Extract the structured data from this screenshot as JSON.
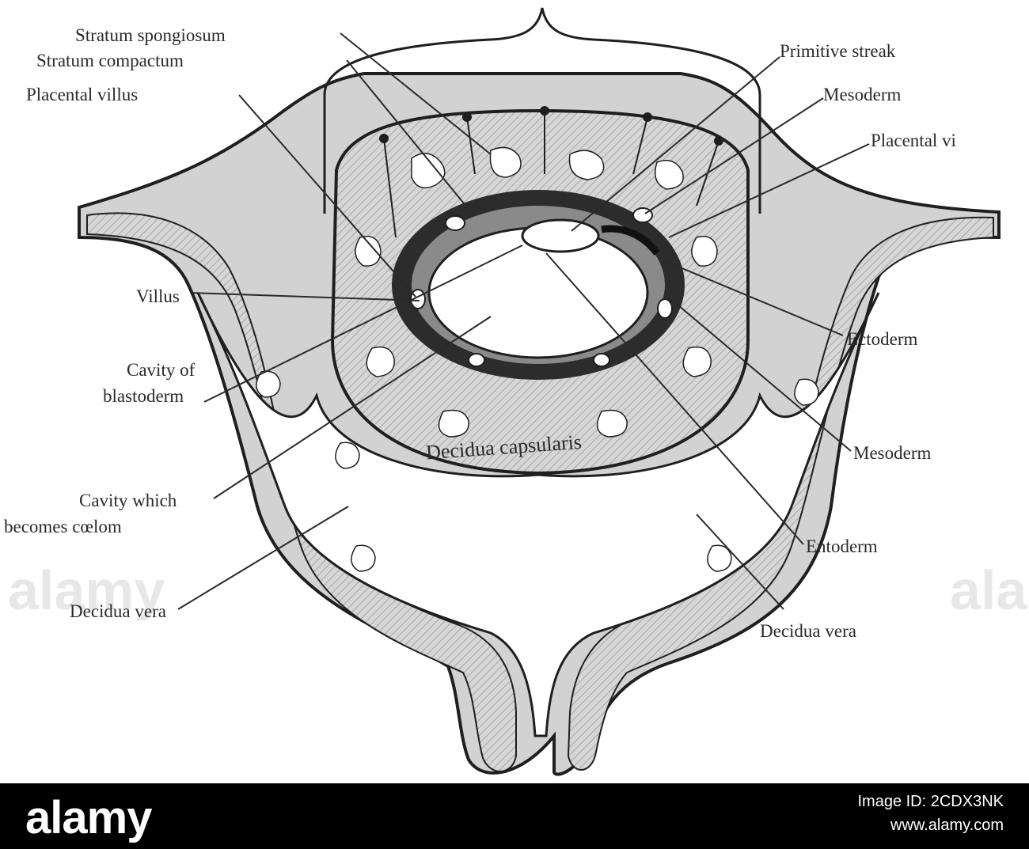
{
  "labels": {
    "stratum_spongiosum": "Stratum spongiosum",
    "stratum_compactum": "Stratum compactum",
    "placental_villus_left": "Placental villus",
    "primitive_streak": "Primitive streak",
    "mesoderm_top": "Mesoderm",
    "placental_villus_right": "Placental vi",
    "villus": "Villus",
    "cavity_of_blastoderm_line1": "Cavity of",
    "cavity_of_blastoderm_line2": "blastoderm",
    "decidua_capsularis": "Decidua capsularis",
    "ectoderm": "Ectoderm",
    "mesoderm_right": "Mesoderm",
    "cavity_coelom_line1": "Cavity which",
    "cavity_coelom_line2": "becomes cœlom",
    "entoderm": "Entoderm",
    "decidua_vera_left": "Decidua vera",
    "decidua_vera_right": "Decidua vera"
  },
  "watermark": {
    "text": "alamy"
  },
  "footer": {
    "logo": "alamy",
    "image_id": "Image ID: 2CDX3NK",
    "site": "www.alamy.com"
  },
  "colors": {
    "tissue_fill": "#d2d2d2",
    "outline": "#1f1f1f",
    "dark_layer": "#2c2c2c",
    "background": "#ffffff",
    "footer_bg": "#000000"
  }
}
